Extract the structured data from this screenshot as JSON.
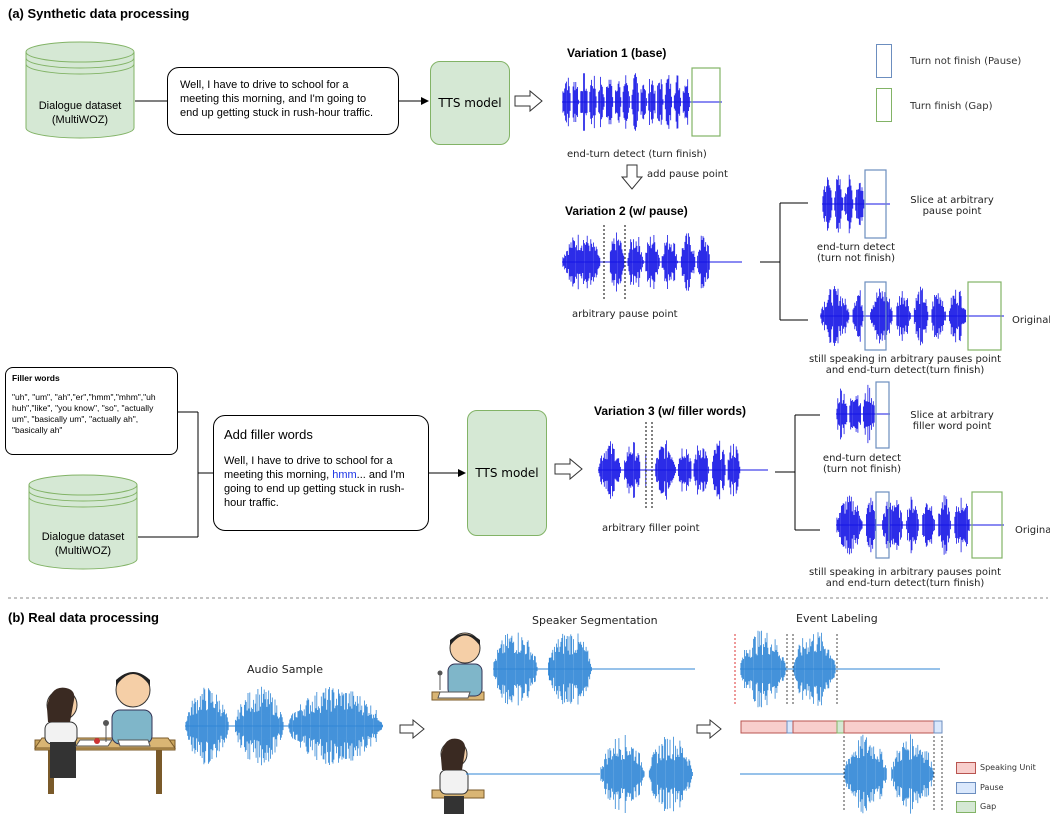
{
  "section_a": {
    "title": "(a) Synthetic data processing",
    "dataset_label_1": "Dialogue dataset",
    "dataset_label_2": "(MultiWOZ)",
    "utterance": "Well, I have to drive to school for a meeting this morning, and I'm going to end up getting stuck in rush-hour traffic.",
    "tts_label": "TTS model",
    "legend": {
      "pause": "Turn not finish (Pause)",
      "gap": "Turn finish (Gap)",
      "pause_color": "#6c8ebf",
      "gap_color": "#82b366"
    },
    "variation1": {
      "title": "Variation 1 (base)",
      "caption": "end-turn detect (turn finish)"
    },
    "add_pause_label": "add pause point",
    "variation2": {
      "title": "Variation 2 (w/ pause)",
      "caption": "arbitrary pause point",
      "slice_label": "Slice at arbitrary pause point",
      "slice_caption": "end-turn detect (turn not finish)",
      "original_label": "Original",
      "original_caption": "still speaking in arbitrary pauses point and end-turn detect(turn  finish)"
    },
    "filler": {
      "title": "Filler words",
      "list": "\"uh\", \"um\", \"ah\",\"er\",\"hmm\",\"mhm\",\"uh huh\",\"like\", \"you know\", \"so\", \"actually um\", \"basically um\", \"actually ah\", \"basically ah\""
    },
    "add_filler": {
      "title": "Add filler words",
      "text_before": "Well, I have to drive to school for a meeting this morning, ",
      "text_highlight": "hmm",
      "text_after": "... and I'm going to end up getting stuck in rush-hour traffic."
    },
    "variation3": {
      "title": "Variation 3 (w/ filler words)",
      "caption": "arbitrary filler point",
      "slice_label": "Slice at arbitrary filler word point",
      "slice_caption": "end-turn detect (turn not finish)",
      "original_label": "Original",
      "original_caption": "still speaking in arbitrary pauses point and end-turn detect(turn  finish)"
    }
  },
  "section_b": {
    "title": "(b) Real data processing",
    "audio_sample": "Audio Sample",
    "speaker_segmentation": "Speaker Segmentation",
    "event_labeling": "Event Labeling",
    "legend": {
      "speaking_unit": "Speaking Unit",
      "pause": "Pause",
      "gap": "Gap",
      "speaking_color": "#f8cecc",
      "pause_color": "#dae8fc",
      "gap_color": "#d5e8d4"
    }
  },
  "colors": {
    "synthetic_wave": "#1414e6",
    "real_wave": "#2f86d6"
  }
}
